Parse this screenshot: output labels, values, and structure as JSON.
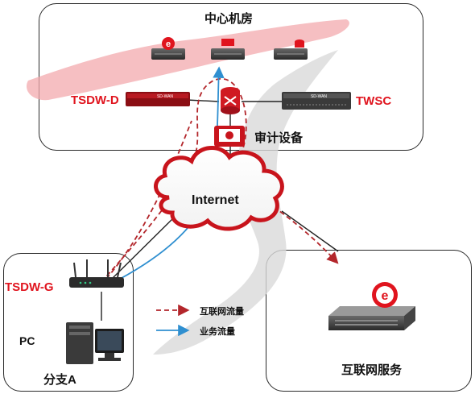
{
  "center": {
    "title": "中心机房"
  },
  "devices": {
    "tsdw_d": "TSDW-D",
    "twsc": "TWSC",
    "audit": "审计设备",
    "tsdw_g": "TSDW-G",
    "pc": "PC",
    "sdwan_text": "SD-WAN"
  },
  "internet": {
    "label": "Internet"
  },
  "branch": {
    "title": "分支A"
  },
  "service": {
    "title": "互联网服务"
  },
  "legend": {
    "internet_traffic": "互联网流量",
    "business_traffic": "业务流量"
  },
  "colors": {
    "internet_traffic": "#b3262b",
    "business_traffic": "#2f8fd0",
    "accent": "#e0141e"
  }
}
